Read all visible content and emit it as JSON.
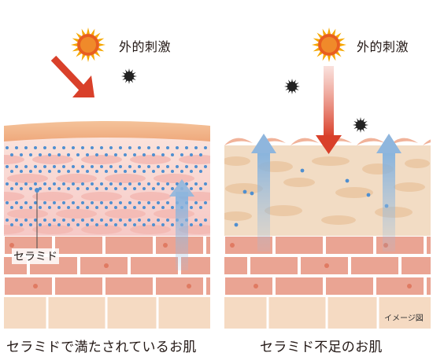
{
  "labels": {
    "stimulus_left": "外的刺激",
    "stimulus_right": "外的刺激",
    "ceramide": "セラミド",
    "image_note": "イメージ図",
    "caption_left": "セラミドで満たされているお肌",
    "caption_right": "セラミド不足のお肌"
  },
  "icons": {
    "sun": "sun-icon",
    "particle": "particle-icon"
  },
  "colors": {
    "sun_outer": "#f6a800",
    "sun_inner": "#e85e20",
    "arrow_red": "#d9402a",
    "arrow_blue": "#8fb6dd",
    "ceramide_dot": "#4f8fd0",
    "brick": "#eaa493",
    "brick_line": "#ffffff",
    "lower_block": "#f5dac2",
    "skin_top": "#f1b588",
    "skin_pink": "#f8d6d3",
    "dry_layer": "#f2dcc4",
    "particle": "#222222"
  }
}
